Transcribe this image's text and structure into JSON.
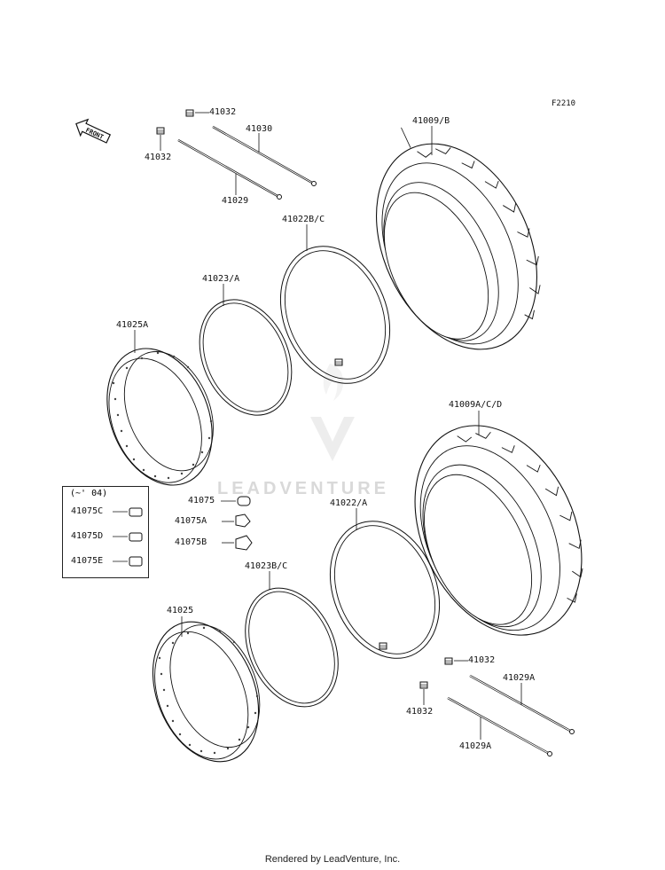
{
  "figure_code": "F2210",
  "front_arrow_label": "FRONT",
  "watermark": "LEADVENTURE",
  "footer": "Rendered by LeadVenture, Inc.",
  "note_box_header": "(~' 04)",
  "labels": {
    "p41032_top": "41032",
    "p41030": "41030",
    "p41032_left": "41032",
    "p41029": "41029",
    "p41009b": "41009/B",
    "p41022bc": "41022B/C",
    "p41023a": "41023/A",
    "p41025a": "41025A",
    "p41009acd": "41009A/C/D",
    "p41075": "41075",
    "p41075a": "41075A",
    "p41075b": "41075B",
    "p41022a": "41022/A",
    "p41075c": "41075C",
    "p41075d": "41075D",
    "p41075e": "41075E",
    "p41023bc": "41023B/C",
    "p41025": "41025",
    "p41032_br": "41032",
    "p41029a_top": "41029A",
    "p41032_bl": "41032",
    "p41029a_bot": "41029A"
  }
}
